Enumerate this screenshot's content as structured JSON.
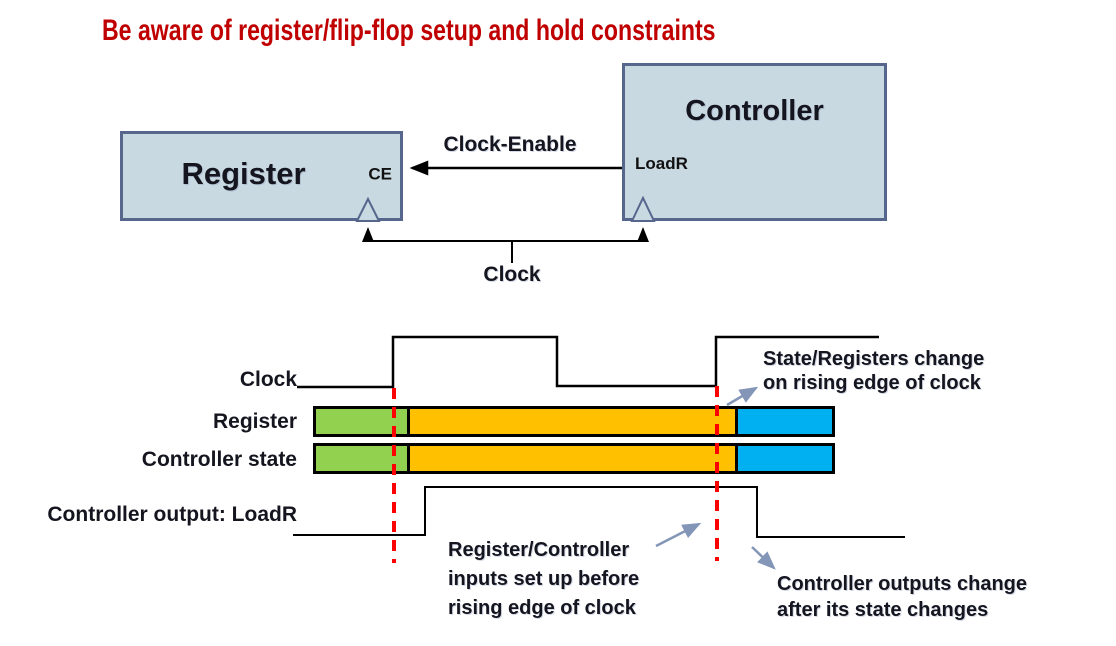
{
  "title": "Be aware of register/flip-flop setup and hold constraints",
  "colors": {
    "title_red": "#C00000",
    "box_fill": "#C9D9E2",
    "box_border": "#56668C",
    "green": "#92D050",
    "orange": "#FFC000",
    "blue": "#00B0F0",
    "dash_red": "#FF0000",
    "arrow_slate": "#8496B8",
    "line_black": "#000000",
    "text_dark": "#15151F"
  },
  "block_diagram": {
    "register": {
      "label": "Register",
      "pin": "CE"
    },
    "controller": {
      "label": "Controller",
      "pin": "LoadR"
    },
    "clock_enable_label": "Clock-Enable",
    "clock_label": "Clock"
  },
  "timing": {
    "row_labels": [
      "Clock",
      "Register",
      "Controller state",
      "Controller output: LoadR"
    ],
    "bars": [
      {
        "name": "Register",
        "segments": [
          "green",
          "orange",
          "blue"
        ]
      },
      {
        "name": "Controller state",
        "segments": [
          "green",
          "orange",
          "blue"
        ]
      }
    ],
    "clock_wave_states": "low, rise, high, fall, low, rise, high",
    "loadr_wave_states": "low, rise (after first clock edge), high, fall (after second clock edge), low",
    "annotations": {
      "state_change": [
        "State/Registers change",
        "on rising edge of clock"
      ],
      "setup": [
        "Register/Controller",
        "inputs set up before",
        "rising edge of clock"
      ],
      "outputs_change": [
        "Controller outputs change",
        "after its state changes"
      ]
    }
  }
}
